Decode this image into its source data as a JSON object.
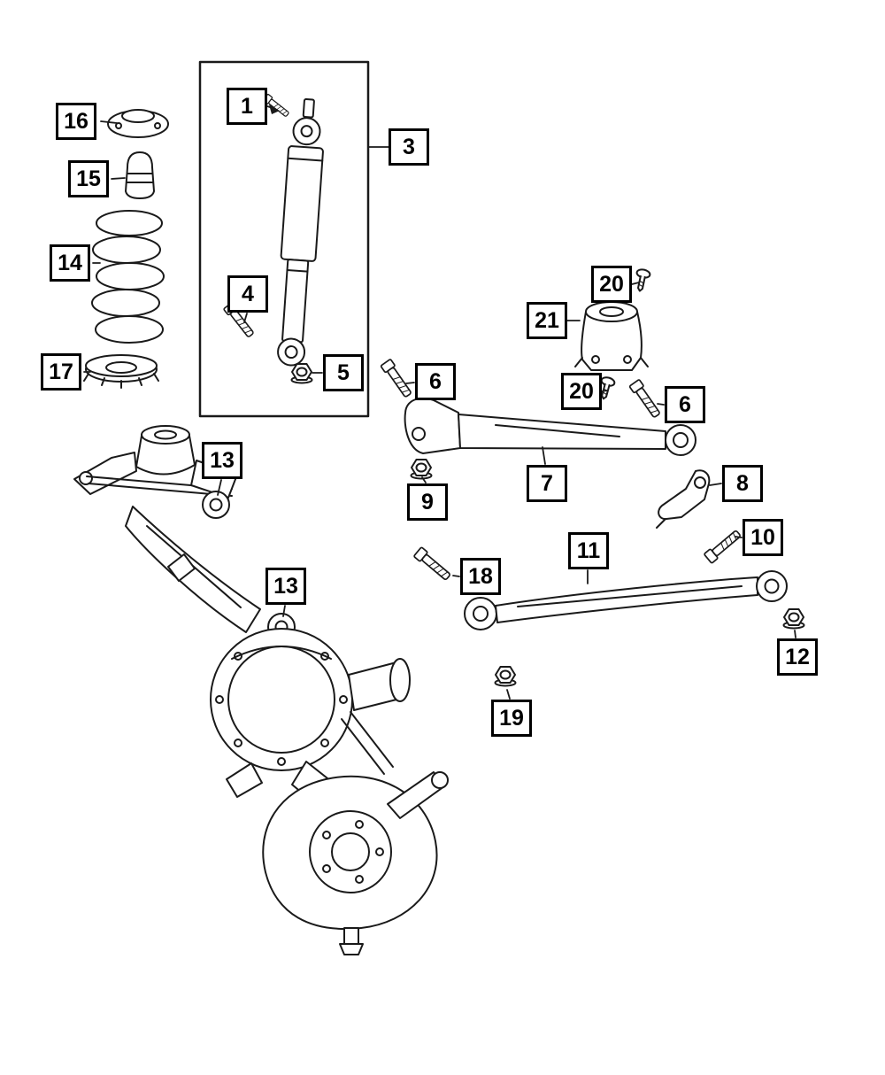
{
  "colors": {
    "line": "#1a1a1a",
    "background": "#ffffff",
    "callout_border": "#000000"
  },
  "callouts": {
    "c1": "1",
    "c3": "3",
    "c4": "4",
    "c5": "5",
    "c6a": "6",
    "c6b": "6",
    "c7": "7",
    "c8": "8",
    "c9": "9",
    "c10": "10",
    "c11": "11",
    "c12": "12",
    "c13a": "13",
    "c13b": "13",
    "c14": "14",
    "c15": "15",
    "c16": "16",
    "c17": "17",
    "c18": "18",
    "c19": "19",
    "c20a": "20",
    "c20b": "20",
    "c21": "21"
  }
}
